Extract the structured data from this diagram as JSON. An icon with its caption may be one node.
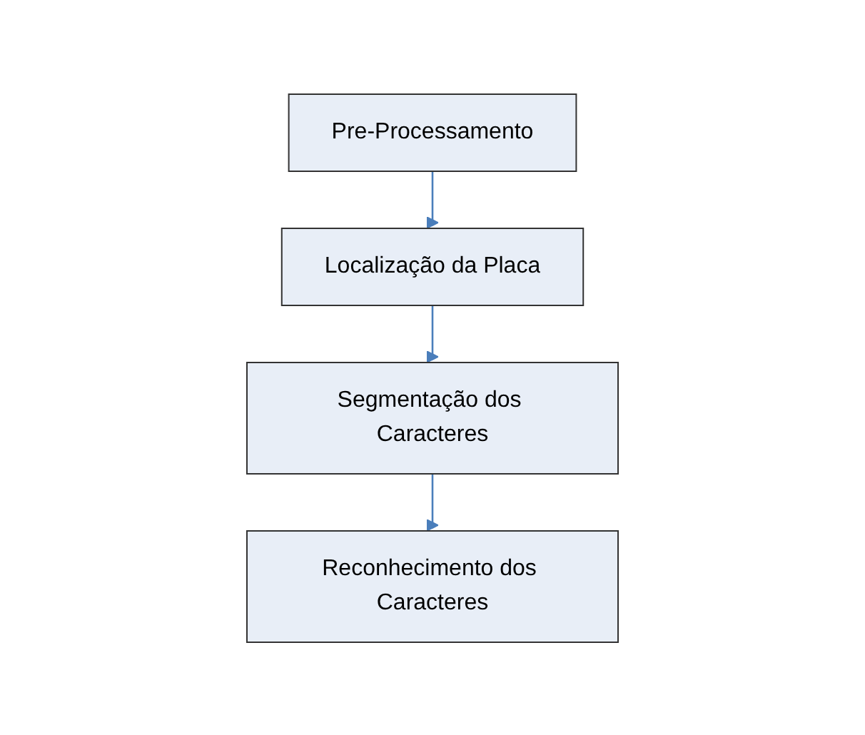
{
  "diagram": {
    "nodes": [
      {
        "text": [
          "Pre-Processamento"
        ]
      },
      {
        "text": [
          "Localização da Placa"
        ]
      },
      {
        "text": [
          "Segmentação dos Caracteres"
        ]
      },
      {
        "text": [
          "Reconhecimento dos Caracteres"
        ]
      }
    ],
    "edges": [
      {
        "from": 0,
        "to": 1,
        "arrow": "to"
      },
      {
        "from": 1,
        "to": 2,
        "arrow": "to"
      },
      {
        "from": 2,
        "to": 3,
        "arrow": "to"
      }
    ]
  }
}
